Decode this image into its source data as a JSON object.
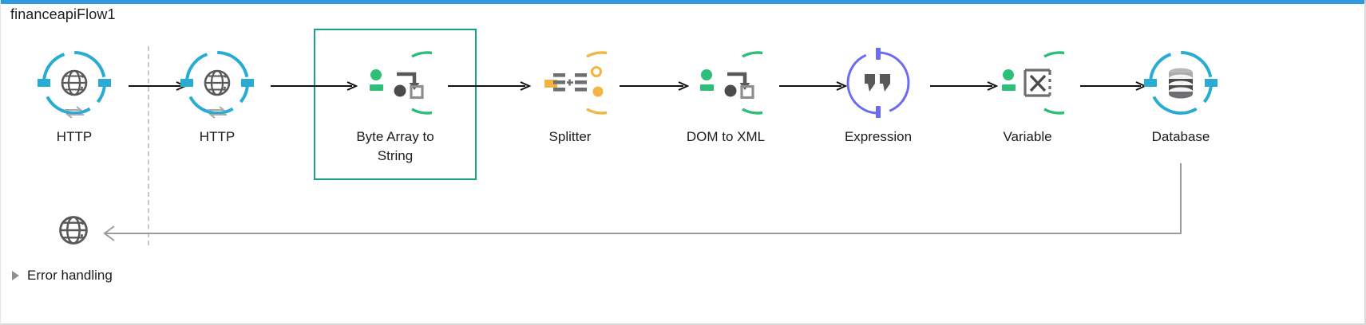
{
  "window": {
    "accent_color": "#2f9ae0",
    "canvas_background": "#ffffff",
    "border_color": "#d6d8da"
  },
  "flow": {
    "title": "financeapiFlow1",
    "selection": {
      "selected_node_label": "Byte Array to String",
      "selection_border_color": "#17a08a"
    },
    "divider": {
      "name": "source-scope-divider",
      "style": "dashed",
      "color": "#c6c8ca"
    }
  },
  "nodes": [
    {
      "id": "http-1",
      "label": "HTTP",
      "icon": "globe-icon",
      "ring_color": "#29ABD4",
      "ring_style": "gapped",
      "connector": "square-both",
      "badge": "exchange-arrows-icon"
    },
    {
      "id": "http-2",
      "label": "HTTP",
      "icon": "globe-icon",
      "ring_color": "#29ABD4",
      "ring_style": "gapped",
      "connector": "square-both",
      "badge": "exchange-arrows-icon"
    },
    {
      "id": "byte-array-to-string",
      "label": "Byte Array to String",
      "icon": "transform-icon",
      "ring_color": "#2EBE77",
      "ring_style": "open-left",
      "connector": "dot-bar-left",
      "selected": true
    },
    {
      "id": "splitter",
      "label": "Splitter",
      "icon": "splitter-icon",
      "ring_color": "#F2B544",
      "ring_style": "open-left",
      "connector": "bar-left-two-right"
    },
    {
      "id": "dom-to-xml",
      "label": "DOM to XML",
      "icon": "transform-icon",
      "ring_color": "#2EBE77",
      "ring_style": "open-left",
      "connector": "dot-bar-left"
    },
    {
      "id": "expression",
      "label": "Expression",
      "icon": "quotes-icon",
      "ring_color": "#6C6CF0",
      "ring_style": "tick-top-bottom",
      "connector": "none"
    },
    {
      "id": "variable",
      "label": "Variable",
      "icon": "variable-x-icon",
      "ring_color": "#2EBE77",
      "ring_style": "open-left",
      "connector": "dot-bar-left"
    },
    {
      "id": "database",
      "label": "Database",
      "icon": "database-icon",
      "ring_color": "#29ABD4",
      "ring_style": "gapped",
      "connector": "square-both"
    }
  ],
  "return_path": {
    "name": "response-return-path",
    "color": "#9a9c9f",
    "direction": "right-to-left",
    "target_icon": "globe-icon"
  },
  "error_handling": {
    "label": "Error handling",
    "expanded": false,
    "caret": "caret-right-icon"
  }
}
